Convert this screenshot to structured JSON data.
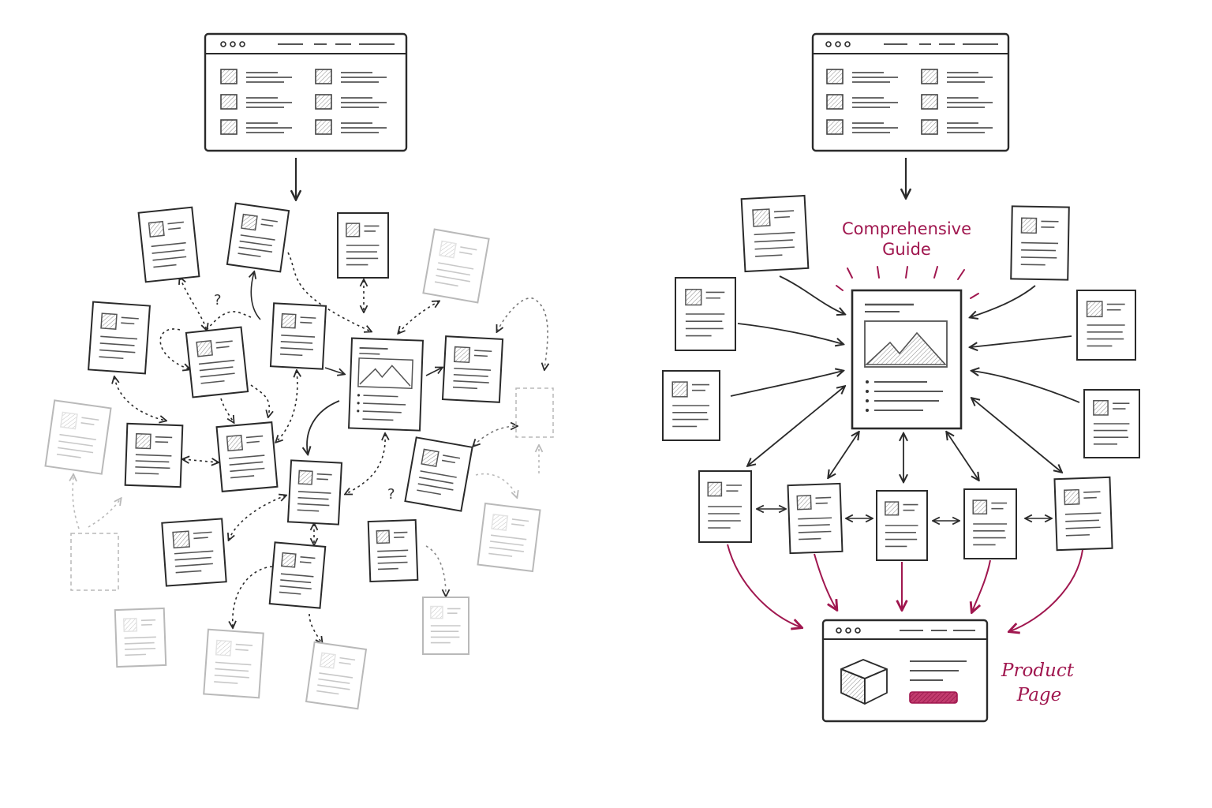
{
  "labels": {
    "comprehensive_line1": "Comprehensive",
    "comprehensive_line2": "Guide",
    "product_line1": "Product",
    "product_line2": "Page",
    "question_mark": "?"
  },
  "colors": {
    "ink": "#2a2a2a",
    "faint": "#b9b9b9",
    "accent": "#a0174f"
  },
  "icons": [
    "browser-window-icon",
    "document-icon",
    "hub-guide-icon",
    "product-cube-icon",
    "arrow-icon"
  ]
}
